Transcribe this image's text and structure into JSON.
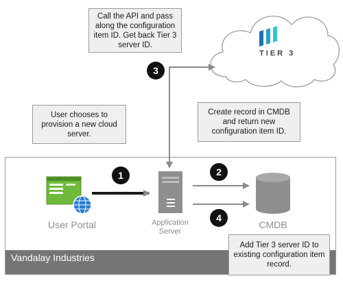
{
  "notes": {
    "api_call": "Call the API and pass along the configuration item ID. Get back Tier 3 server ID.",
    "user_chooses": "User chooses to provision a new cloud server.",
    "create_record": "Create record in CMDB and return new configuration item ID.",
    "add_server_id": "Add Tier 3 server ID to existing configuration item record."
  },
  "cloud": {
    "brand": "TIER 3",
    "brand_colors": [
      "#1e6fb5",
      "#2aa0c8",
      "#39c1d6"
    ]
  },
  "nodes": {
    "user_portal": "User Portal",
    "application_server": "Application Server",
    "cmdb": "CMDB"
  },
  "steps": [
    "1",
    "2",
    "3",
    "4"
  ],
  "footer": {
    "organization": "Vandalay Industries"
  }
}
